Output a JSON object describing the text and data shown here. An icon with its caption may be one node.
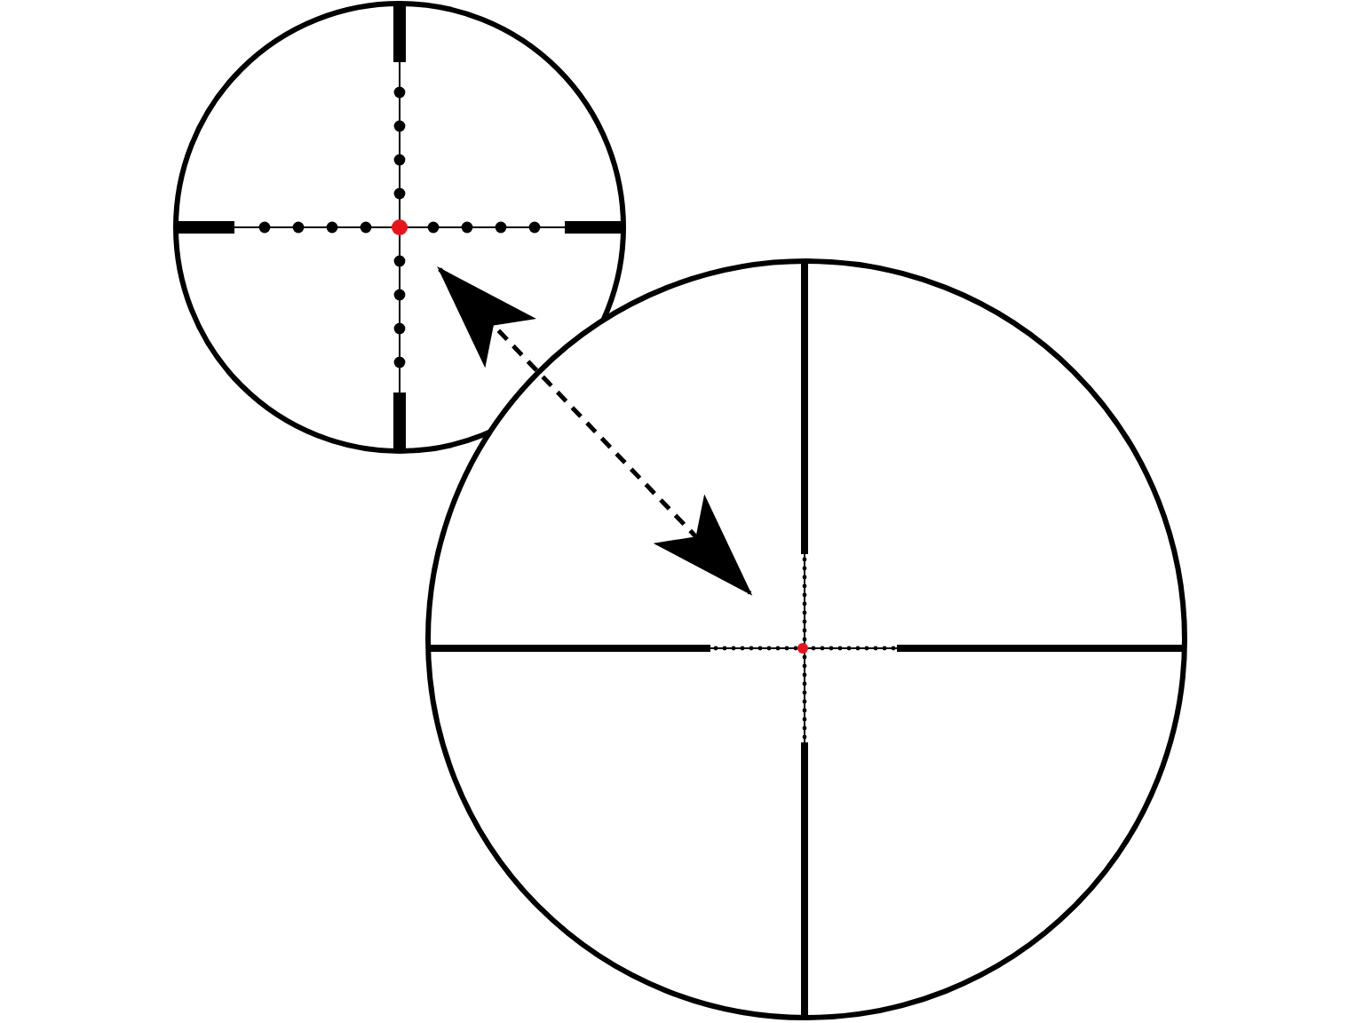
{
  "diagram": {
    "nodes": [
      {
        "text": [],
        "shape": "circle"
      },
      {
        "text": [],
        "shape": "circle",
        "in": 0
      },
      {
        "text": [],
        "shape": "circle"
      },
      {
        "text": [],
        "shape": "circle",
        "in": 2
      }
    ],
    "edges": [
      {
        "from": 1,
        "to": 3,
        "arrow": "both",
        "style": "dashed"
      }
    ]
  }
}
